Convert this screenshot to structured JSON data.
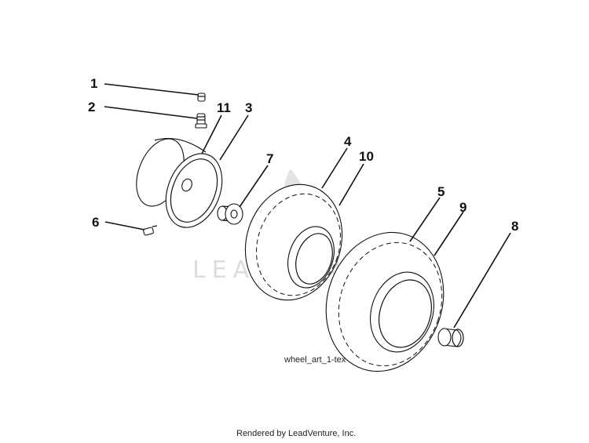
{
  "watermark": {
    "text": "LEADVENTURE"
  },
  "callouts": [
    {
      "id": "c1",
      "label": "1"
    },
    {
      "id": "c2",
      "label": "2"
    },
    {
      "id": "c11",
      "label": "11"
    },
    {
      "id": "c3",
      "label": "3"
    },
    {
      "id": "c4",
      "label": "4"
    },
    {
      "id": "c10",
      "label": "10"
    },
    {
      "id": "c7",
      "label": "7"
    },
    {
      "id": "c5",
      "label": "5"
    },
    {
      "id": "c9",
      "label": "9"
    },
    {
      "id": "c6",
      "label": "6"
    },
    {
      "id": "c8",
      "label": "8"
    }
  ],
  "caption": "wheel_art_1-tex",
  "footer": "Rendered by LeadVenture, Inc."
}
